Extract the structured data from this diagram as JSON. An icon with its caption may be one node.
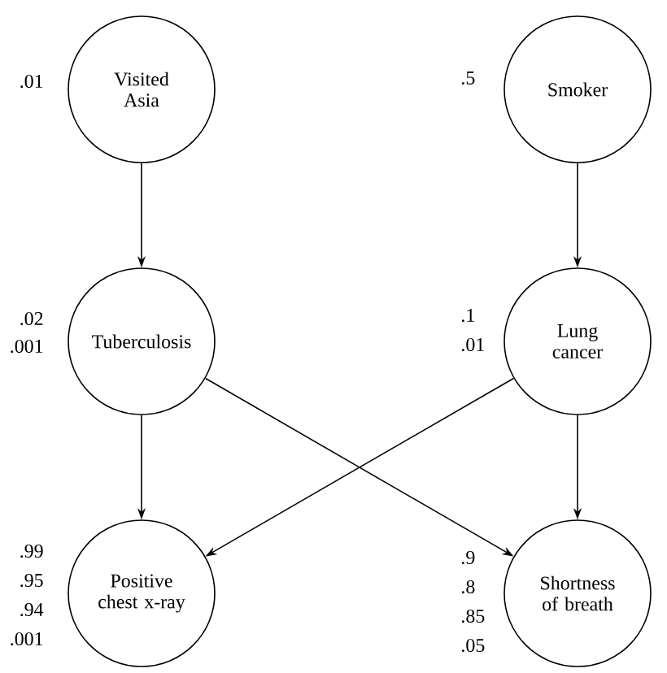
{
  "diagram": {
    "nodes": [
      {
        "text": [
          "Visited Asia"
        ],
        "beside": [
          ".01"
        ]
      },
      {
        "text": [
          "Smoker"
        ],
        "beside": [
          ".5"
        ]
      },
      {
        "text": [
          "Tuberculosis"
        ],
        "beside": [
          ".02",
          ".001"
        ]
      },
      {
        "text": [
          "Lung cancer"
        ],
        "beside": [
          ".1",
          ".01"
        ]
      },
      {
        "text": [
          "Positive chest x-ray"
        ],
        "beside": [
          ".99",
          ".95",
          ".94",
          ".001"
        ]
      },
      {
        "text": [
          "Shortness of breath"
        ],
        "beside": [
          ".9",
          ".8",
          ".85",
          ".05"
        ]
      }
    ],
    "edges": [
      {
        "from": 0,
        "to": 2,
        "arrow": "to"
      },
      {
        "from": 1,
        "to": 3,
        "arrow": "to"
      },
      {
        "from": 2,
        "to": 4,
        "arrow": "to"
      },
      {
        "from": 2,
        "to": 5,
        "arrow": "to"
      },
      {
        "from": 3,
        "to": 4,
        "arrow": "to"
      },
      {
        "from": 3,
        "to": 5,
        "arrow": "to"
      }
    ]
  }
}
